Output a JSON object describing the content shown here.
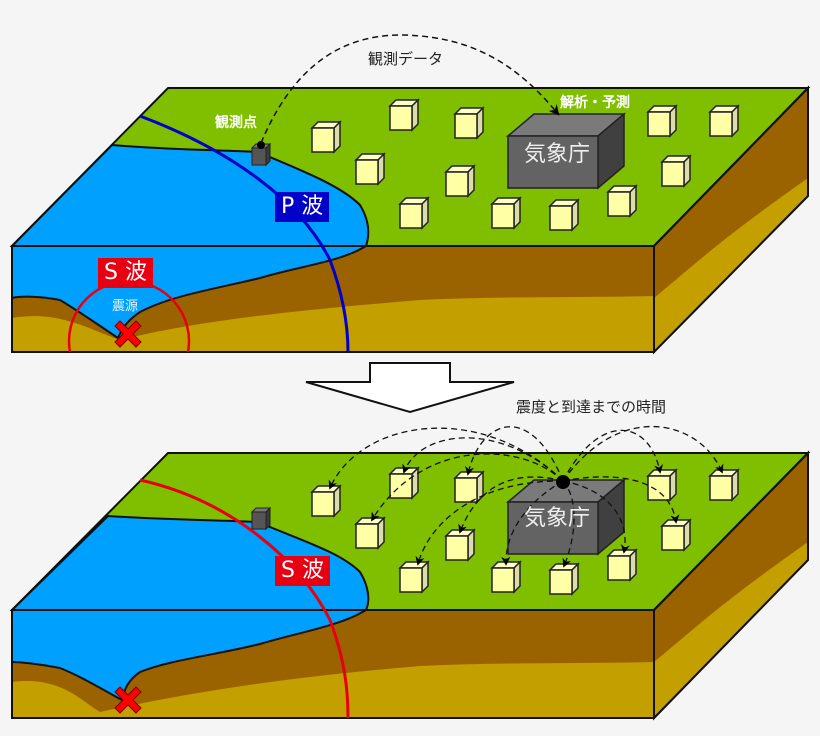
{
  "colors": {
    "background": "#f5f5f5",
    "land_top": "#7fbf00",
    "sea": "#00a0ff",
    "soil_dark": "#9b6300",
    "soil_light": "#c39f00",
    "house_face": "#ffffa6",
    "house_side": "#dcdcab",
    "building_front": "#636363",
    "building_top": "#7a7a7a",
    "building_side": "#404040",
    "p_wave": "#0000c8",
    "s_wave": "#e60012",
    "epicenter": "#ff0000"
  },
  "top_panel": {
    "arc_label": "観測データ",
    "station_label": "観測点",
    "analysis_label": "解析・予測",
    "jma_label": "気象庁",
    "p_wave_label": "P 波",
    "s_wave_label": "S 波",
    "hypocenter_label": "震源"
  },
  "transition_arrow": {
    "direction": "down"
  },
  "bottom_panel": {
    "arc_label": "震度と到達までの時間",
    "jma_label": "気象庁",
    "s_wave_label": "S 波"
  }
}
